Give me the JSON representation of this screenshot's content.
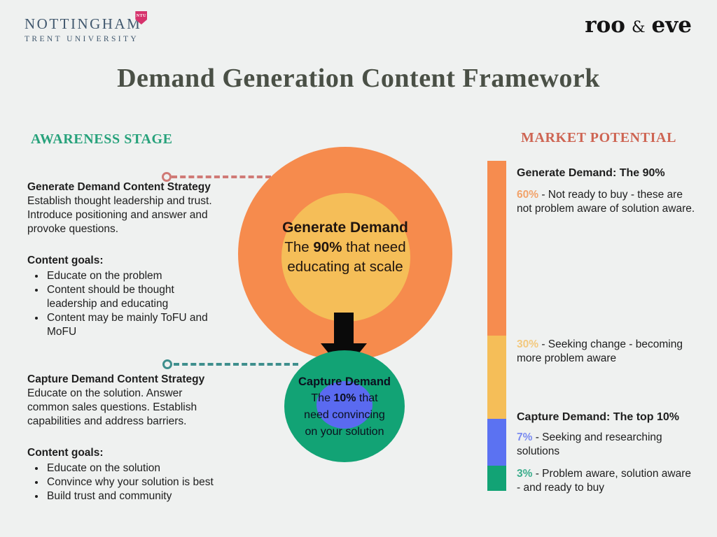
{
  "header": {
    "ntu_logo": {
      "line1": "NOTTINGHAM",
      "line2": "TRENT UNIVERSITY",
      "badge": "NTU"
    },
    "brand": {
      "word1": "roo",
      "amp": "&",
      "word2": "eve"
    }
  },
  "title": "Demand Generation Content Framework",
  "awareness": {
    "heading": "AWARENESS STAGE",
    "generate": {
      "title": "Generate Demand Content Strategy",
      "body": "Establish thought leadership and trust. Introduce positioning and answer and provoke questions.",
      "goals_label": "Content goals:",
      "goals": [
        "Educate on the problem",
        "Content should be thought leadership and educating",
        "Content may be mainly ToFU and MoFU"
      ]
    },
    "capture": {
      "title": "Capture Demand Content Strategy",
      "body": "Educate on the solution. Answer common sales questions. Establish capabilities and address barriers.",
      "goals_label": "Content goals:",
      "goals": [
        "Educate on the solution",
        "Convince why your solution is best",
        "Build trust and community"
      ]
    }
  },
  "diagram": {
    "generate_circle": {
      "title": "Generate Demand",
      "line1_pre": "The ",
      "line1_bold": "90%",
      "line1_post": " that need",
      "line2": "educating at scale"
    },
    "capture_circle": {
      "title": "Capture Demand",
      "line1_pre": "The ",
      "line1_bold": "10%",
      "line1_post": " that",
      "line2": "need convincing",
      "line3": "on your solution"
    }
  },
  "market": {
    "heading": "MARKET POTENTIAL",
    "generate_title": "Generate Demand: The 90%",
    "capture_title": "Capture Demand: The top 10%",
    "segments": [
      {
        "pct": "60%",
        "text": " - Not ready to buy - these are not problem aware of solution aware.",
        "color": "#F68C4F"
      },
      {
        "pct": "30%",
        "text": " - Seeking change - becoming more problem aware",
        "color": "#F5BE58"
      },
      {
        "pct": "7%",
        "text": " - Seeking and researching solutions",
        "color": "#5B72F2"
      },
      {
        "pct": "3%",
        "text": " - Problem aware, solution aware - and ready to buy",
        "color": "#12A375"
      }
    ]
  },
  "colors": {
    "background": "#EFF1F0",
    "title_text": "#4A5046",
    "awareness_heading": "#27A27B",
    "market_heading": "#CE6553",
    "generate_circle": "#F68B4D",
    "generate_inner": "#F5BE58",
    "capture_circle": "#12A375",
    "capture_inner": "#5A6AF0",
    "connector_generate": "#D07A76",
    "connector_capture": "#3F8F8D",
    "arrow": "#0A0A0A",
    "ntu_text": "#41586E",
    "ntu_badge": "#D6336C"
  }
}
